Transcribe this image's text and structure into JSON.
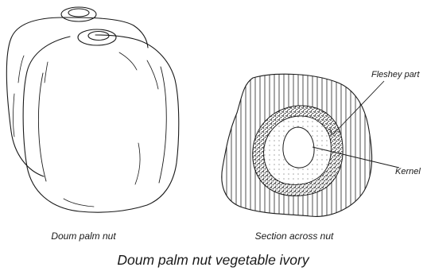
{
  "figure": {
    "nut_caption": "Doum palm nut",
    "section_caption": "Section across nut",
    "main_caption": "Doum palm nut vegetable ivory",
    "label_fleshy": "Fleshey part",
    "label_kernel": "Kernel"
  }
}
